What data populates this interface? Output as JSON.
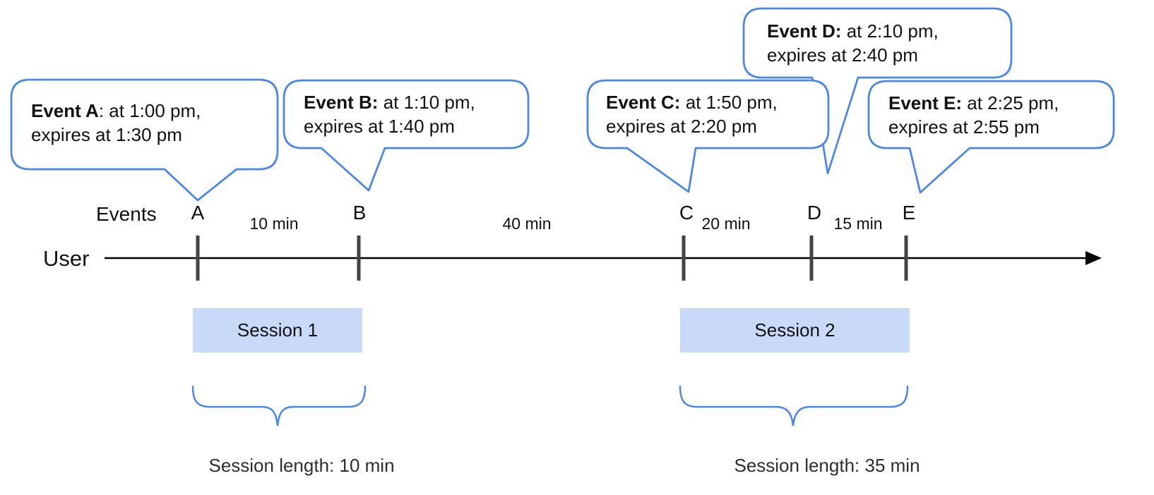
{
  "diagram": {
    "bubbles": [
      {
        "name": "A",
        "bold": "Event A",
        "rest": ": at 1:00 pm,",
        "line2": "expires at 1:30 pm"
      },
      {
        "name": "B",
        "bold": "Event B:",
        "rest": " at 1:10 pm,",
        "line2": "expires at 1:40 pm"
      },
      {
        "name": "C",
        "bold": "Event C:",
        "rest": " at 1:50 pm,",
        "line2": "expires at 2:20 pm"
      },
      {
        "name": "D",
        "bold": "Event D:",
        "rest": " at 2:10 pm,",
        "line2": "expires at 2:40 pm"
      },
      {
        "name": "E",
        "bold": "Event E:",
        "rest": " at 2:25 pm,",
        "line2": "expires at 2:55 pm"
      }
    ],
    "timeline": {
      "events_label": "Events",
      "user_label": "User",
      "ticks": [
        "A",
        "B",
        "C",
        "D",
        "E"
      ],
      "intervals": [
        "10 min",
        "40 min",
        "20 min",
        "15 min"
      ]
    },
    "sessions": [
      {
        "label": "Session 1",
        "length_label": "Session length: 10 min"
      },
      {
        "label": "Session 2",
        "length_label": "Session length: 35 min"
      }
    ],
    "colors": {
      "accent_blue": "#4a86e8",
      "session_fill": "#c9daf8",
      "tick_gray": "#434343",
      "line_black": "#000000"
    }
  }
}
